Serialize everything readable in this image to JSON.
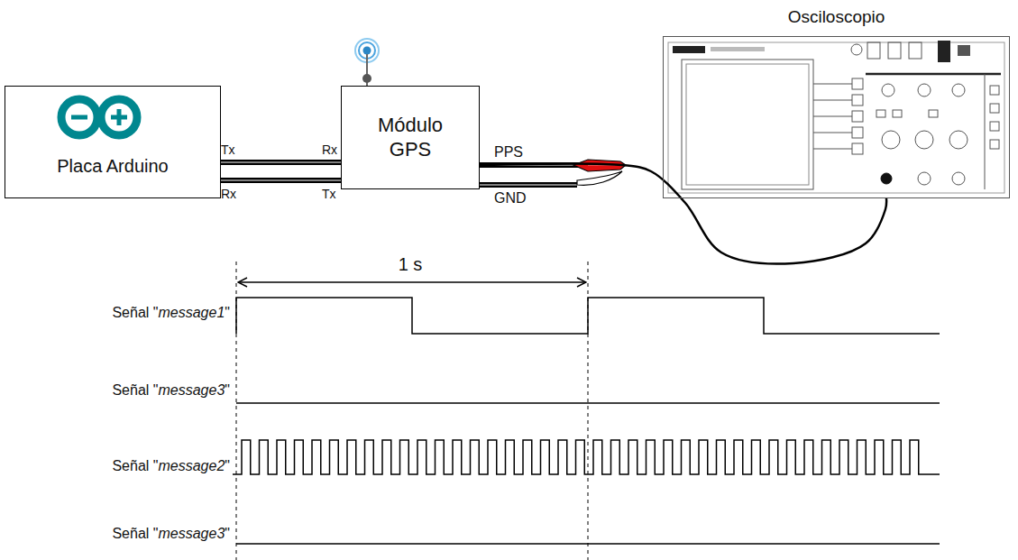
{
  "diagram": {
    "nodes": [
      {
        "text": [
          "Placa Arduino"
        ]
      },
      {
        "text": [
          "Módulo GPS"
        ]
      },
      {
        "text": [
          "Osciloscopio"
        ]
      }
    ],
    "edges": [
      {
        "from": 0,
        "to": 1,
        "arrow": "none"
      },
      {
        "from": 0,
        "to": 1,
        "arrow": "none"
      },
      {
        "from": 1,
        "to": 2,
        "arrow": "none"
      }
    ],
    "labels": [
      "Tx",
      "Rx",
      "Rx",
      "Tx",
      "PPS",
      "GND",
      "1 s",
      "Señal \"message1\"",
      "Señal \"message3\"",
      "Señal \"message2\"",
      "Señal \"message3\""
    ]
  }
}
